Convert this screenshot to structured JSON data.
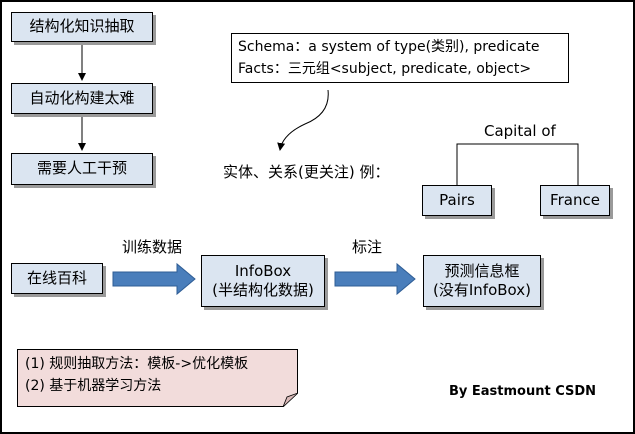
{
  "flow_top": {
    "step1": "结构化知识抽取",
    "step2": "自动化构建太难",
    "step3": "需要人工干预"
  },
  "schema_box": {
    "line1": "Schema：a system of type(类别), predicate",
    "line2": "Facts：三元组<subject, predicate, object>"
  },
  "entity_text": "实体、关系(更关注) 例：",
  "relation": {
    "label": "Capital of",
    "left_node": "Pairs",
    "right_node": "France"
  },
  "pipeline": {
    "source": "在线百科",
    "arrow1_label": "训练数据",
    "infobox_line1": "InfoBox",
    "infobox_line2": "(半结构化数据)",
    "arrow2_label": "标注",
    "target_line1": "预测信息框",
    "target_line2": "(没有InfoBox)"
  },
  "note": {
    "line1": "(1) 规则抽取方法：模板->优化模板",
    "line2": "(2) 基于机器学习方法"
  },
  "credit": "By Eastmount CSDN",
  "colors": {
    "box_fill": "#dbe5f1",
    "arrow_fill": "#4a7ebb",
    "note_fill": "#f2dcdb"
  }
}
